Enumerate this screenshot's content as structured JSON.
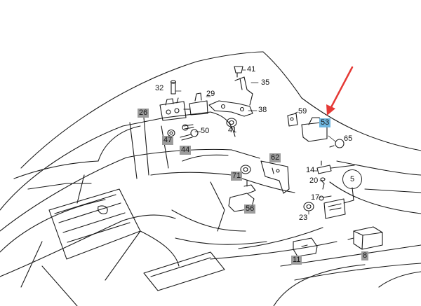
{
  "diagram": {
    "callouts": {
      "c41a": "41",
      "c35": "35",
      "c32": "32",
      "c29": "29",
      "c38": "38",
      "c41b": "41",
      "c50": "50",
      "c59": "59",
      "c65": "65",
      "c14": "14",
      "c20": "20",
      "c17": "17",
      "c23": "23",
      "c5": "5"
    },
    "tags": {
      "t26": "26",
      "t47": "47",
      "t44": "44",
      "t53": "53",
      "t62": "62",
      "t71": "71",
      "t56": "56",
      "t11": "11",
      "t8": "8"
    },
    "colors": {
      "line": "#1a1a1a",
      "tag_gray": "#9c9c9c",
      "tag_highlight": "#6fb6df",
      "arrow": "#e53935"
    },
    "highlighted_part": "53"
  }
}
